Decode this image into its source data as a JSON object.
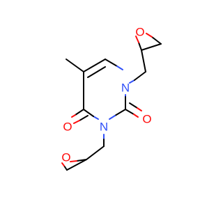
{
  "molecule": {
    "atoms": {
      "n1": {
        "symbol": "N"
      },
      "n3": {
        "symbol": "N"
      },
      "o_upper_epoxide": {
        "symbol": "O"
      },
      "o_lower_epoxide": {
        "symbol": "O"
      },
      "o_c4_carbonyl": {
        "symbol": "O"
      },
      "o_c2_carbonyl": {
        "symbol": "O"
      }
    },
    "colors": {
      "carbon_bond": "#000000",
      "nitrogen": "#3050f8",
      "oxygen": "#ff0d0d",
      "background": "#ffffff"
    }
  }
}
